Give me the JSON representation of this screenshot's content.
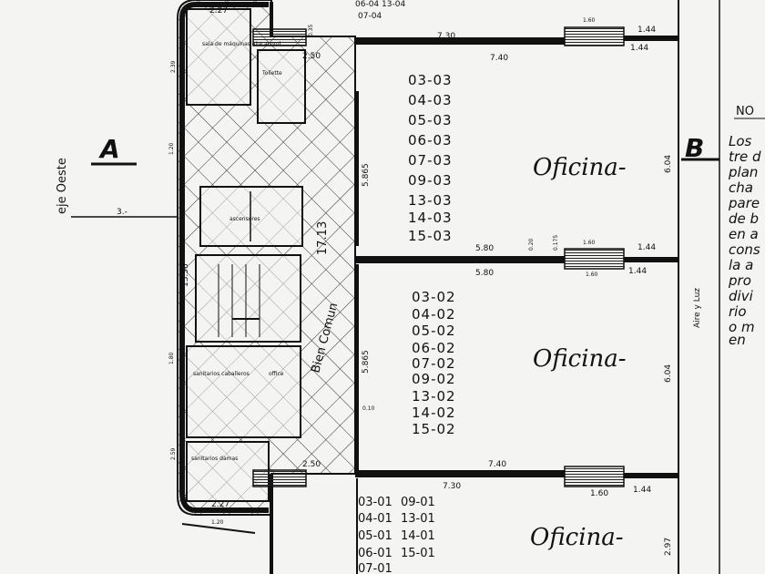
{
  "plan": {
    "office_label": "Oficina-",
    "section_a": "A",
    "section_b": "B",
    "side_label": "Aire y Luz",
    "west_axis_label": "eje Oeste",
    "common_area_label": "Bien Comun",
    "common_area_dim": "17.13",
    "machine_room_label": "sala de máquinas aire acond.",
    "toilet_label": "Toilette",
    "elevators_label": "ascensores",
    "mens_sanitary_label": "sanitarios caballeros",
    "office_small_label": "office",
    "womens_sanitary_label": "sanitarios damas",
    "notes_title": "NO",
    "notes_lines": [
      "Los",
      "tre d",
      "plan",
      "cha",
      "pare",
      "de b",
      "en a",
      "cons",
      "la a",
      "pro",
      "divi",
      "rio",
      "o m",
      "en"
    ]
  },
  "floor_codes": {
    "top_partial": [
      "06-04 13-04",
      "07-04"
    ],
    "level03": [
      "03-03",
      "04-03",
      "05-03",
      "06-03",
      "07-03",
      "09-03",
      "13-03",
      "14-03",
      "15-03"
    ],
    "level02": [
      "03-02",
      "04-02",
      "05-02",
      "06-02",
      "07-02",
      "09-02",
      "13-02",
      "14-02",
      "15-02"
    ],
    "level01_left": [
      "03-01",
      "04-01",
      "05-01",
      "06-01",
      "07-01"
    ],
    "level01_right": [
      "09-01",
      "13-01",
      "14-01",
      "15-01"
    ]
  },
  "dims": {
    "d_2_27_top": "2.27",
    "d_2_27_bot": "2.27",
    "d_7_30_top": "7.30",
    "d_7_40_top": "7.40",
    "d_1_60_a": "1.60",
    "d_1_44_a": "1.44",
    "d_1_44_b": "1.44",
    "d_6_04_top": "6.04",
    "d_5_865_top": "5.865",
    "d_5_80_a": "5.80",
    "d_5_80_b": "5.80",
    "d_1_60_b": "1.60",
    "d_1_60_c": "1.60",
    "d_1_44_c": "1.44",
    "d_1_44_d": "1.44",
    "d_6_04_mid": "6.04",
    "d_5_865_mid": "5.865",
    "d_7_40_bot": "7.40",
    "d_7_30_bot": "7.30",
    "d_1_60_d": "1.60",
    "d_1_44_e": "1.44",
    "d_2_97": "2.97",
    "d_2_50_top": "2.50",
    "d_2_50_bot": "2.50",
    "d_3": "3.-",
    "d_13_58": "13.58",
    "d_2_59": "2.59",
    "d_2_39": "2.39",
    "d_1_20": "1.20",
    "d_1_80": "1.80",
    "d_0_10": "0.10",
    "d_0_35": "0.35",
    "d_0_175": "0.175",
    "d_0_20": "0.20",
    "d_1_20_bottom": "1.20"
  },
  "colors": {
    "ink": "#111111",
    "paper": "#f4f4f2",
    "hatch": "#333333"
  }
}
